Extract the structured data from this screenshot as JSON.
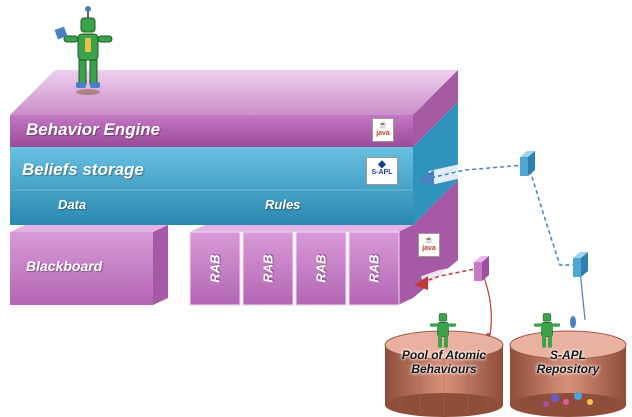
{
  "engine": {
    "label": "Behavior Engine",
    "badge": "java"
  },
  "beliefs": {
    "label": "Beliefs storage",
    "data_label": "Data",
    "rules_label": "Rules",
    "badge": "S-APL"
  },
  "blackboard": {
    "label": "Blackboard"
  },
  "rab": {
    "badge": "java",
    "items": [
      "RAB",
      "RAB",
      "RAB",
      "RAB"
    ]
  },
  "pool": {
    "label": "Pool of Atomic Behaviours"
  },
  "repository": {
    "label": "S-APL Repository"
  },
  "colors": {
    "engine_top": "#e6b8e6",
    "engine_front": "#b25ab2",
    "beliefs_top": "#bfe3f0",
    "beliefs_front": "#3aa3c9",
    "rab_fill": "#c77bc7",
    "db_body": "#b5735a",
    "arrow": "#4a7fc1"
  }
}
